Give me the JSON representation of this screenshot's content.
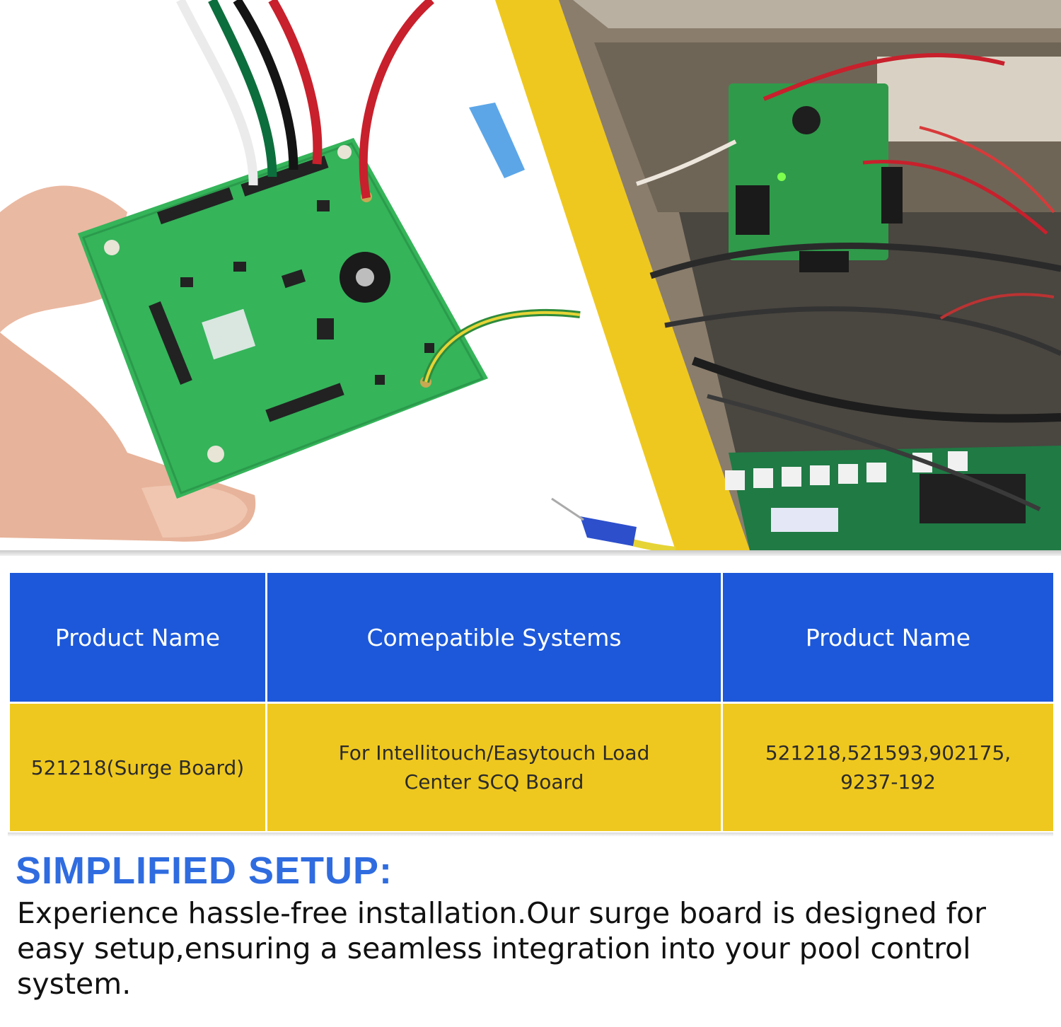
{
  "spec_table": {
    "headers": [
      "Product Name",
      "Comepatible Systems",
      "Product Name"
    ],
    "row": [
      "521218(Surge Board)",
      "For Intellitouch/Easytouch Load Center SCQ Board",
      "521218,521593,902175,\n9237-192"
    ]
  },
  "feature": {
    "title": "SIMPLIFIED SETUP:",
    "description": "Experience hassle-free installation.Our surge board is designed for easy setup,ensuring a seamless integration into your pool control system."
  },
  "colors": {
    "blue": "#1c58d9",
    "yellow": "#efc81f",
    "heading_blue": "#2f6ce0",
    "board_green": "#35b45a"
  }
}
